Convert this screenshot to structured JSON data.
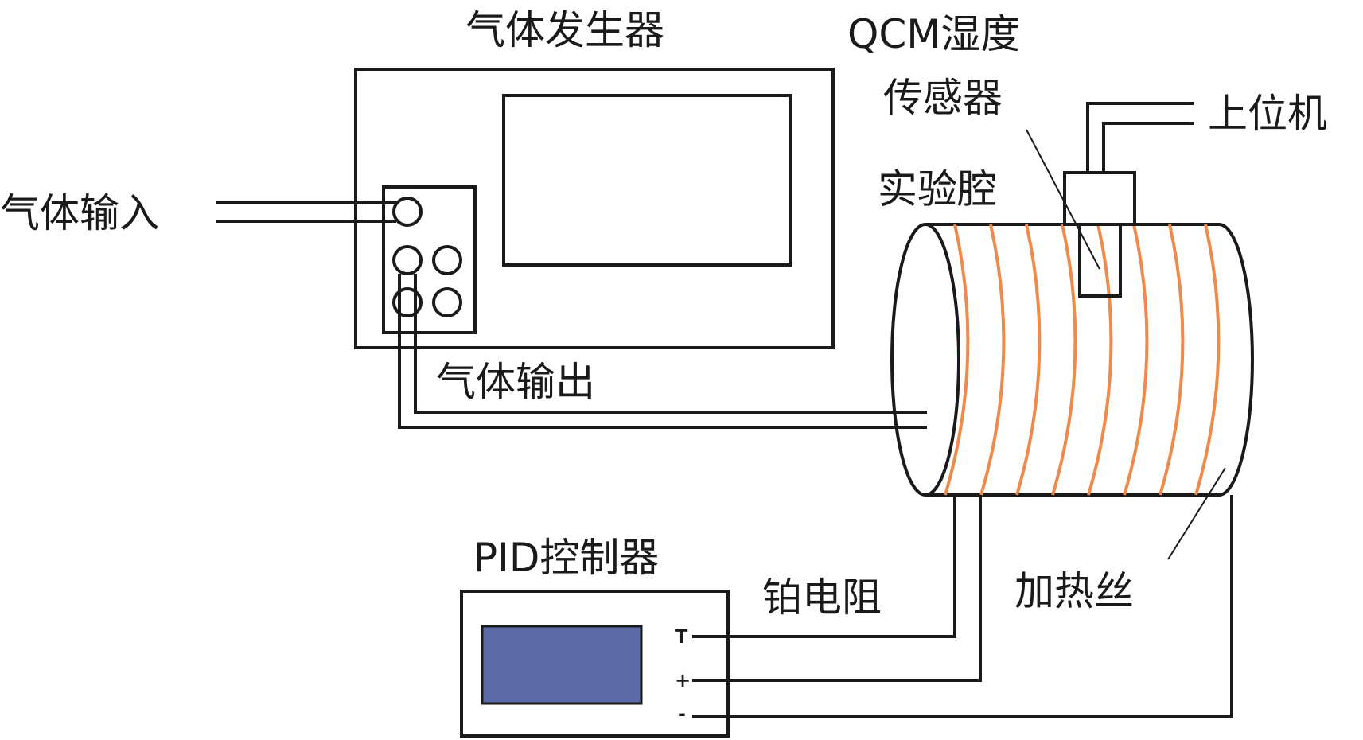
{
  "labels": {
    "gas_generator": "气体发生器",
    "qcm_sensor_line1": "QCM湿度",
    "qcm_sensor_line2": "传感器",
    "host_computer": "上位机",
    "experiment_chamber": "实验腔",
    "gas_input": "气体输入",
    "gas_output": "气体输出",
    "pid_controller": "PID控制器",
    "platinum_resistor": "铂电阻",
    "heating_wire": "加热丝"
  },
  "terminals": {
    "t": "T",
    "plus": "+",
    "minus": "-"
  },
  "colors": {
    "heating_coil": "#F08A4B",
    "pid_screen": "#5B6BA8",
    "line": "#1a1a1a"
  }
}
